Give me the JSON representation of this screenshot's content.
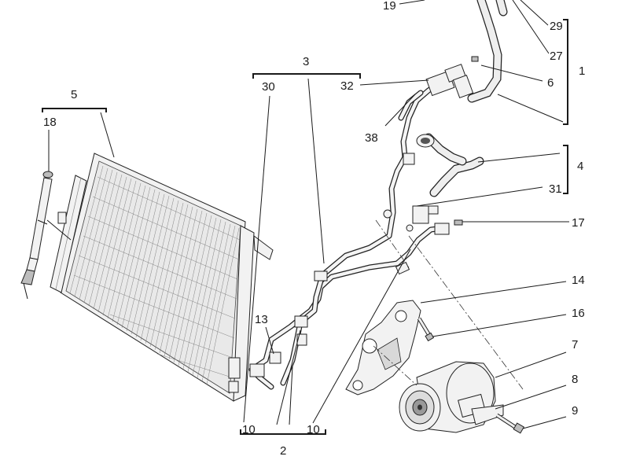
{
  "callouts": {
    "c19": "19",
    "c29": "29",
    "c27": "27",
    "c1": "1",
    "c3": "3",
    "c30": "30",
    "c32": "32",
    "c6": "6",
    "c5": "5",
    "c18": "18",
    "c38": "38",
    "c4": "4",
    "c31": "31",
    "c17": "17",
    "c14": "14",
    "c13": "13",
    "c16": "16",
    "c7": "7",
    "c8": "8",
    "c9": "9",
    "c10a": "10",
    "c10b": "10",
    "c2": "2"
  },
  "parts": [
    "condenser",
    "receiver-drier",
    "compressor",
    "compressor-bracket",
    "suction-hose",
    "discharge-hose",
    "liquid-pipe",
    "expansion-valve-block"
  ]
}
